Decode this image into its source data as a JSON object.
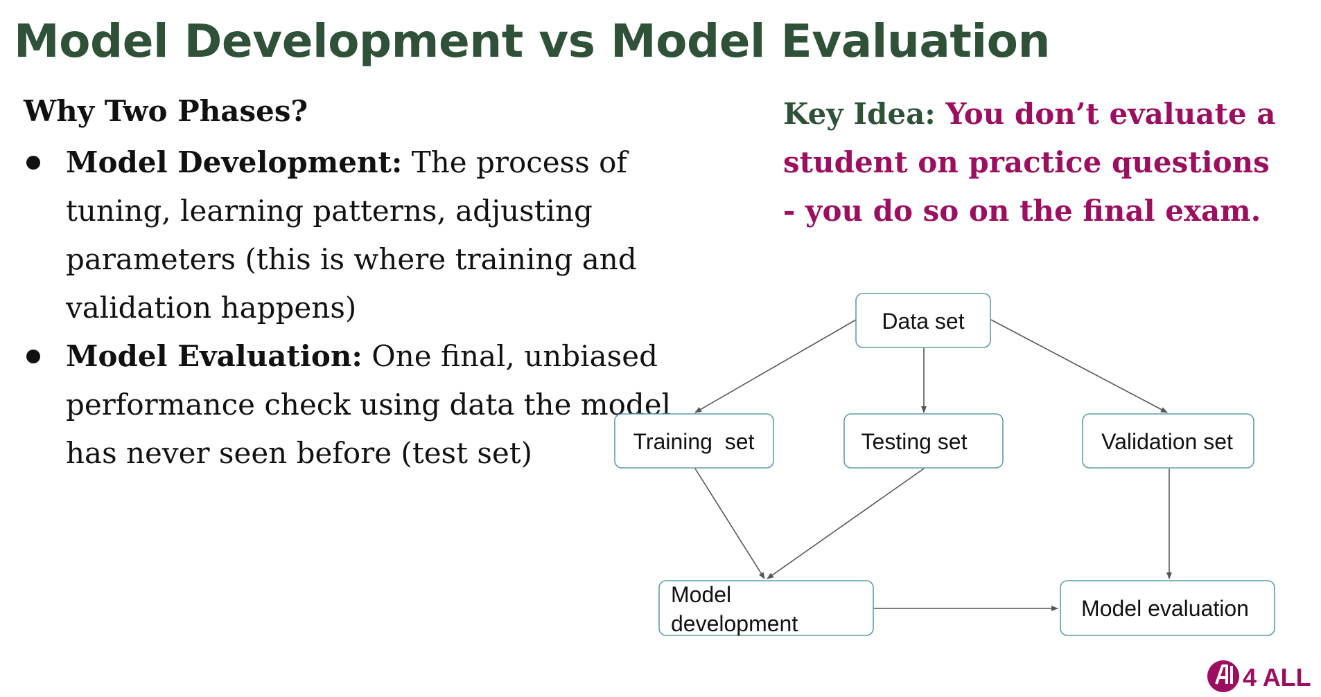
{
  "slide": {
    "title": "Model Development vs Model Evaluation",
    "subheading": "Why Two Phases?",
    "bullets": [
      {
        "term": "Model Development:",
        "text": " The process of tuning, learning patterns, adjusting parameters (this is where training and validation happens)"
      },
      {
        "term": "Model Evaluation:",
        "text": " One final, unbiased performance check using data the model has never seen before (test set)"
      }
    ],
    "key_idea": {
      "label": "Key Idea: ",
      "text": "You don’t evaluate a student on practice questions - you do so on the final exam."
    }
  },
  "diagram": {
    "nodes": {
      "data_set": "Data set",
      "training_set": "Training  set",
      "testing_set": "Testing set",
      "validation_set": "Validation set",
      "model_development_line1": "Model",
      "model_development_line2": "development",
      "model_evaluation": "Model evaluation"
    }
  },
  "logo": {
    "text": "4 ALL"
  },
  "colors": {
    "title": "#2f5137",
    "accent": "#9c0e5f",
    "box_border": "#5b9ca9",
    "logo": "#9c0e5f"
  }
}
